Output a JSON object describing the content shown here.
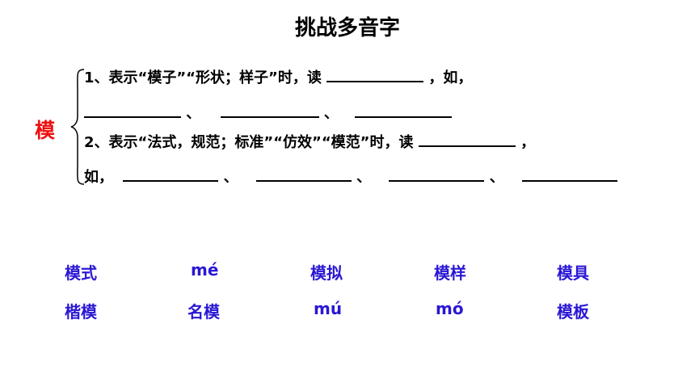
{
  "title": "挑战多音字",
  "character": "模",
  "rule1": {
    "line1_text": "1、表示“模子”“形状；样子”时，读",
    "line1_tail": "，如，",
    "sep": "、"
  },
  "rule2": {
    "line1_text": "2、表示“法式，规范；标准”“仿效”“模范”时，读",
    "line1_tail": "，",
    "line2_text": "如，",
    "sep": "、"
  },
  "words": {
    "row1": [
      "模式",
      "mé",
      "模拟",
      "模样",
      "模具"
    ],
    "row2": [
      "楷模",
      "名模",
      "mú",
      "mó",
      "模板"
    ]
  },
  "colors": {
    "character": "#ee1111",
    "words": "#2a17d4"
  }
}
